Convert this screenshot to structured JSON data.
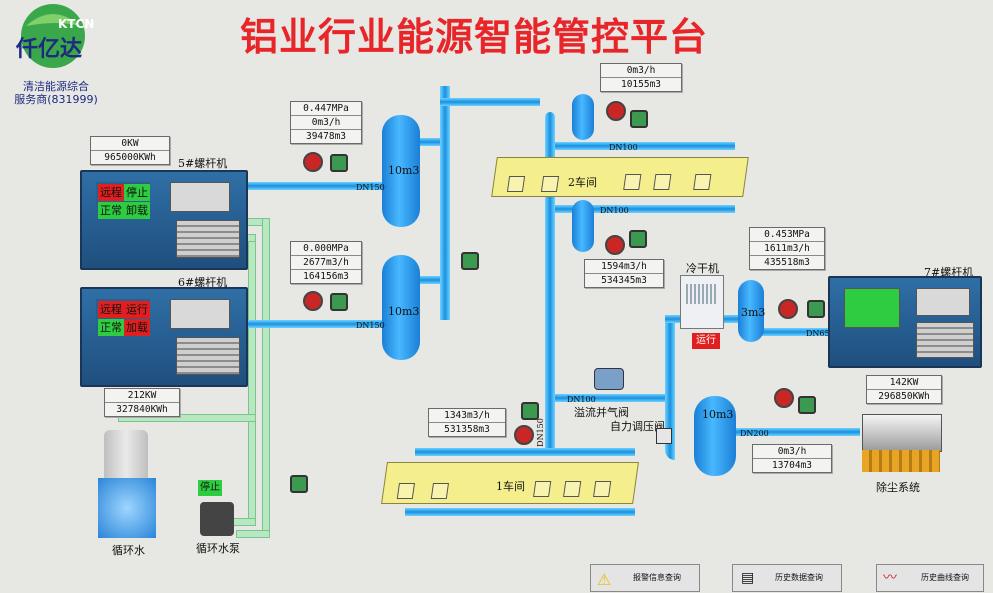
{
  "title": "铝业行业能源智能管控平台",
  "logo": {
    "brand_en": "KTCN",
    "brand_cn": "仟亿达"
  },
  "provider": {
    "line1": "清洁能源综合",
    "line2": "服务商(831999)"
  },
  "compressors": {
    "c5": {
      "name": "5#螺杆机",
      "power": "0KW",
      "energy": "965000KWh",
      "b1": "远程",
      "b2": "停止",
      "b3": "正常",
      "b4": "卸载"
    },
    "c6": {
      "name": "6#螺杆机",
      "power": "212KW",
      "energy": "327840KWh",
      "b1": "远程",
      "b2": "运行",
      "b3": "正常",
      "b4": "加载"
    },
    "c7": {
      "name": "7#螺杆机",
      "power": "142KW",
      "energy": "296850KWh"
    }
  },
  "flow5": {
    "pressure": "0.447MPa",
    "flow": "0m3/h",
    "total": "39478m3"
  },
  "flow6": {
    "pressure": "0.000MPa",
    "flow": "2677m3/h",
    "total": "164156m3"
  },
  "flow7": {
    "pressure": "0.453MPa",
    "flow": "1611m3/h",
    "total": "435518m3"
  },
  "ws2_top": {
    "flow": "0m3/h",
    "total": "10155m3"
  },
  "ws2_bottom": {
    "flow": "1594m3/h",
    "total": "534345m3"
  },
  "ws1": {
    "flow": "1343m3/h",
    "total": "531358m3"
  },
  "dust": {
    "flow": "0m3/h",
    "total": "13704m3",
    "label": "除尘系统"
  },
  "tanks": {
    "t1": "10m3",
    "t2": "10m3",
    "t3": "3m3",
    "t4": "10m3"
  },
  "pipes": {
    "dn150a": "DN150",
    "dn150b": "DN150",
    "dn100a": "DN100",
    "dn100b": "DN100",
    "dn100c": "DN100",
    "dn150c": "DN150",
    "dn65": "DN65",
    "dn200": "DN200"
  },
  "labels": {
    "workshop2": "2车间",
    "workshop1": "1车间",
    "dryer": "冷干机",
    "dryer_status": "运行",
    "overflow": "溢流并气阀",
    "selfreg": "自力调压阀",
    "water": "循环水",
    "pump": "循环水泵",
    "pump_status": "停止"
  },
  "buttons": {
    "alarm": "报警信息查询",
    "hist_data": "历史数据查询",
    "hist_curve": "历史曲线查询"
  },
  "colors": {
    "accent_red": "#e8262a",
    "pipe_blue": "#1a90e0",
    "pipe_green": "#b7e8c2",
    "status_green": "#2ecc40",
    "status_red": "#e02020"
  }
}
